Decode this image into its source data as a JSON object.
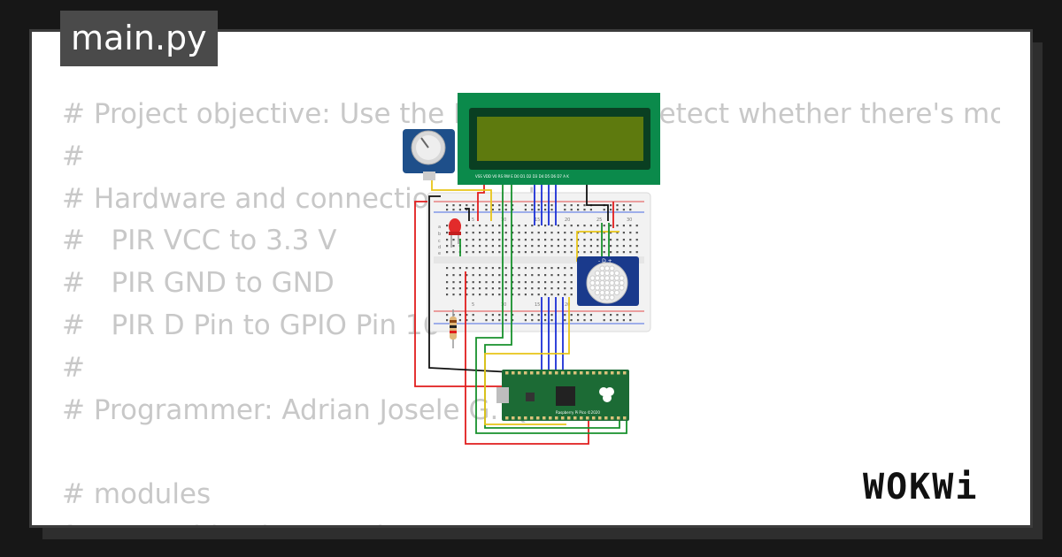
{
  "tab": {
    "title": "main.py"
  },
  "code_lines": [
    "# Project objective: Use the PIR sensor to detect whether there's mover",
    "#",
    "# Hardware and connections used:",
    "#   PIR VCC to 3.3 V",
    "#   PIR GND to GND",
    "#   PIR D Pin to GPIO Pin 16",
    "#",
    "# Programmer: Adrian Josele G. Q",
    "",
    "# modules",
    "from machine import Pin"
  ],
  "brand": {
    "logo_text": "WOKWi"
  },
  "colors": {
    "background": "#171717",
    "panel": "#ffffff",
    "code_text": "#c8c8c8",
    "tab_bg": "#4a4a4a",
    "lcd_board": "#0b8a4b",
    "lcd_screen": "#5e7a0e",
    "pico_board": "#1c6b35",
    "pir_board": "#1a3a8c",
    "pot_board": "#1e4f8a",
    "wire_red": "#e11d1d",
    "wire_green": "#17912c",
    "wire_blue": "#1b2fd6",
    "wire_yellow": "#e8c518",
    "wire_black": "#111111"
  },
  "lcd": {
    "pin_labels": "VSS VDD V0 RS RW E D0 D1 D2 D3 D4 D5 D6 D7 A K"
  },
  "breadboard": {
    "column_numbers": [
      "5",
      "10",
      "15",
      "20",
      "25",
      "30"
    ],
    "row_letters": [
      "a",
      "b",
      "c",
      "d",
      "e"
    ]
  },
  "pir": {
    "pin_labels": "- D +"
  },
  "pico": {
    "label": "Raspberry Pi Pico ©2020"
  },
  "icons": [
    "raspberry-pi-logo-icon",
    "usb-port-icon"
  ]
}
